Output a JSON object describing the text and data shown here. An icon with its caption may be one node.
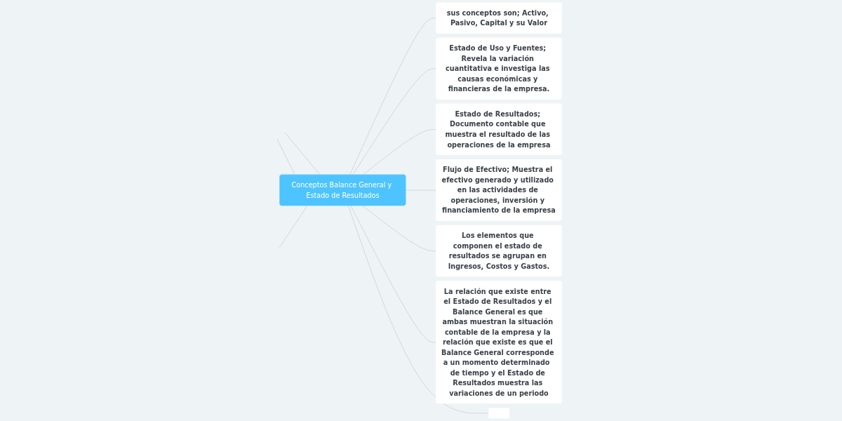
{
  "diagram": {
    "nodes": [
      {
        "text": [
          "Conceptos Balance General y Estado de Resultados"
        ]
      },
      {
        "text": [
          "sus conceptos son; Activo, Pasivo, Capital y su Valor"
        ]
      },
      {
        "text": [
          "Estado de Uso y Fuentes; Revela la variación cuantitativa e investiga las causas económicas y financieras de la empresa."
        ]
      },
      {
        "text": [
          "Los elementos que componen el estado de resultados se agrupan en Ingresos, Costos y Gastos."
        ]
      },
      {
        "text": [
          "Estado de Resultados; Documento contable que muestra el resultado de las operaciones de la empresa"
        ]
      },
      {
        "text": [
          "Flujo de Efectivo; Muestra el efectivo generado y utilizado en las actividades de operaciones, inversión y financiamiento de la empresa"
        ]
      },
      {
        "text": [
          "La relación que existe entre el Estado de Resultados y el Balance General es que ambas muestran la situación contable de la empresa y la relación que existe es que el Balance General corresponde a un momento determinado  de tiempo y el Estado de Resultados muestra las variaciones de un periodo"
        ]
      },
      {
        "text": [],
        "shape": "box"
      }
    ],
    "edges": [
      {
        "from": 0,
        "to": 1,
        "arrow": "none"
      },
      {
        "from": 0,
        "to": null,
        "arrow": "none"
      },
      {
        "from": 0,
        "to": null,
        "arrow": "none"
      },
      {
        "from": 0,
        "to": 2,
        "arrow": "none"
      },
      {
        "from": 0,
        "to": 4,
        "arrow": "none"
      },
      {
        "from": 0,
        "to": 5,
        "arrow": "none"
      },
      {
        "from": 0,
        "to": 3,
        "arrow": "none"
      },
      {
        "from": 0,
        "to": 6,
        "arrow": "none"
      },
      {
        "from": 0,
        "to": null,
        "arrow": "none"
      },
      {
        "from": 0,
        "to": 7,
        "arrow": "none"
      }
    ]
  }
}
